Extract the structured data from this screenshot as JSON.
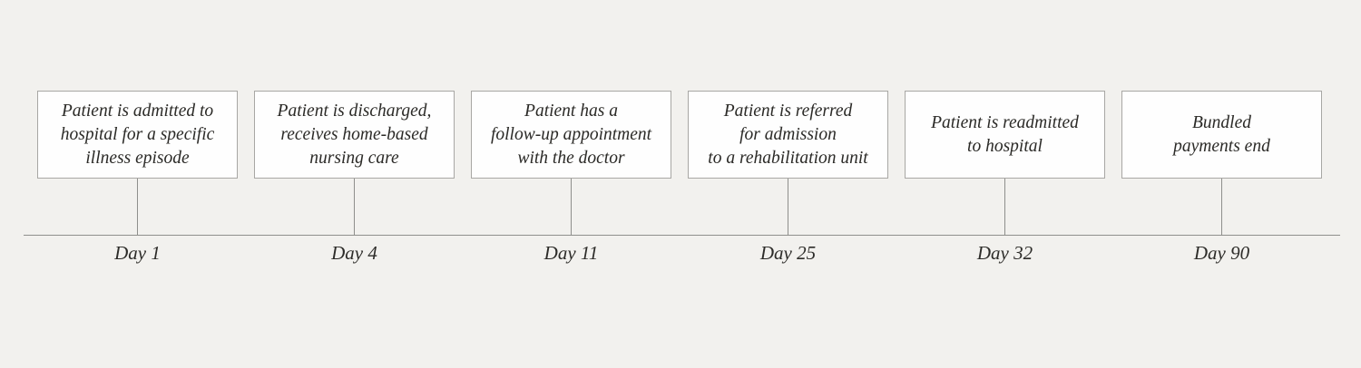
{
  "diagram": {
    "description": "Patient episode timeline with bundled payments",
    "events": [
      {
        "text": "Patient is admitted to\nhospital for a specific\nillness episode",
        "day": "Day 1"
      },
      {
        "text": "Patient is discharged,\nreceives home-based\nnursing care",
        "day": "Day 4"
      },
      {
        "text": "Patient has a\nfollow-up appointment\nwith the doctor",
        "day": "Day 11"
      },
      {
        "text": "Patient is referred\nfor admission\nto a rehabilitation unit",
        "day": "Day 25"
      },
      {
        "text": "Patient is readmitted\nto hospital",
        "day": "Day 32"
      },
      {
        "text": "Bundled\npayments end",
        "day": "Day 90"
      }
    ],
    "colors": {
      "background": "#f2f1ee",
      "box_fill": "#fefefe",
      "box_border": "#a8a7a4",
      "line": "#8f8f8c",
      "text": "#2b2a27"
    }
  }
}
